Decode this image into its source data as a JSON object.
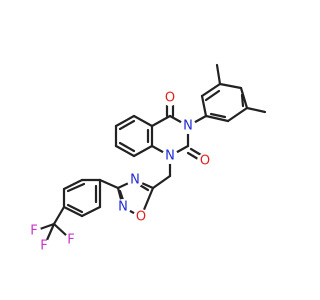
{
  "molecule": {
    "atoms": [
      {
        "id": "O1",
        "symbol": "O",
        "color": "#e02020"
      },
      {
        "id": "N3",
        "symbol": "N",
        "color": "#1f2bd6"
      },
      {
        "id": "O2",
        "symbol": "O",
        "color": "#e02020"
      },
      {
        "id": "N1",
        "symbol": "N",
        "color": "#1f2bd6"
      },
      {
        "id": "N_ox_a",
        "symbol": "N",
        "color": "#1f2bd6"
      },
      {
        "id": "O_ox",
        "symbol": "O",
        "color": "#e02020"
      },
      {
        "id": "N_ox_b",
        "symbol": "N",
        "color": "#1f2bd6"
      },
      {
        "id": "Fa",
        "symbol": "F",
        "color": "#cc33cc"
      },
      {
        "id": "Fb",
        "symbol": "F",
        "color": "#cc33cc"
      },
      {
        "id": "Fc",
        "symbol": "F",
        "color": "#cc33cc"
      }
    ]
  }
}
